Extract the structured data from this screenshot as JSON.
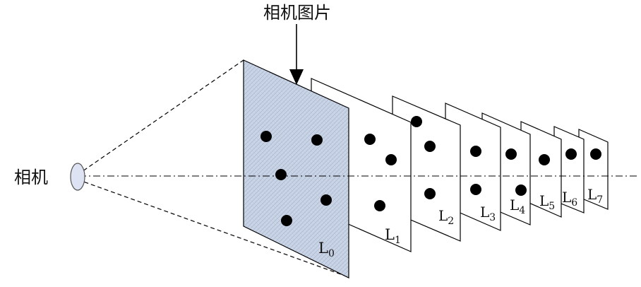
{
  "title": "相机图片",
  "camera_label": "相机",
  "layers": [
    {
      "base": "L",
      "sub": "0"
    },
    {
      "base": "L",
      "sub": "1"
    },
    {
      "base": "L",
      "sub": "2"
    },
    {
      "base": "L",
      "sub": "3"
    },
    {
      "base": "L",
      "sub": "4"
    },
    {
      "base": "L",
      "sub": "5"
    },
    {
      "base": "L",
      "sub": "6"
    },
    {
      "base": "L",
      "sub": "7"
    }
  ],
  "colors": {
    "first_layer_fill": "#c9d4e6",
    "camera_fill": "#dde3f2",
    "dot": "#000000",
    "line": "#000000"
  }
}
